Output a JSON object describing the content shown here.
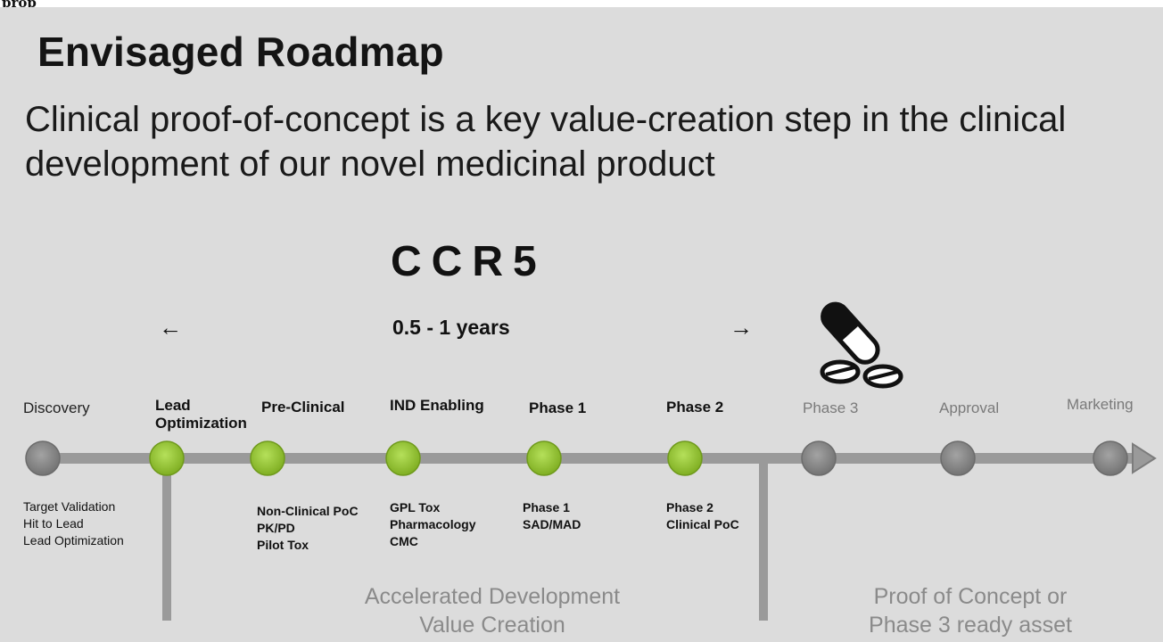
{
  "header_label": "prop",
  "title": "Envisaged Roadmap",
  "subtitle": "Clinical proof-of-concept is a key value-creation step in the clinical development of our novel medicinal product",
  "program": "CCR5",
  "duration": {
    "left_arrow": "←",
    "text": "0.5 - 1 years",
    "right_arrow": "→"
  },
  "icon": "pills-icon",
  "colors": {
    "active_node": "#97c93b",
    "inactive_node": "#8e8e8e",
    "track": "#9a9a9a",
    "background": "#dcdcdc"
  },
  "stages": [
    {
      "name": "Discovery",
      "status": "inactive",
      "details": [
        "Target Validation",
        "Hit to Lead",
        "Lead Optimization"
      ]
    },
    {
      "name": "Lead Optimization",
      "status": "active",
      "details": []
    },
    {
      "name": "Pre-Clinical",
      "status": "active",
      "details": [
        "Non-Clinical PoC",
        "PK/PD",
        "Pilot Tox"
      ]
    },
    {
      "name": "IND Enabling",
      "status": "active",
      "details": [
        "GPL Tox",
        "Pharmacology",
        "CMC"
      ]
    },
    {
      "name": "Phase 1",
      "status": "active",
      "details": [
        "Phase 1",
        "SAD/MAD"
      ]
    },
    {
      "name": "Phase 2",
      "status": "active",
      "details": [
        "Phase 2",
        "Clinical PoC"
      ]
    },
    {
      "name": "Phase 3",
      "status": "inactive",
      "details": []
    },
    {
      "name": "Approval",
      "status": "inactive",
      "details": []
    },
    {
      "name": "Marketing",
      "status": "inactive",
      "details": []
    }
  ],
  "captions": {
    "middle": [
      "Accelerated Development",
      "Value Creation"
    ],
    "right": [
      "Proof of Concept or",
      "Phase 3 ready asset"
    ]
  }
}
